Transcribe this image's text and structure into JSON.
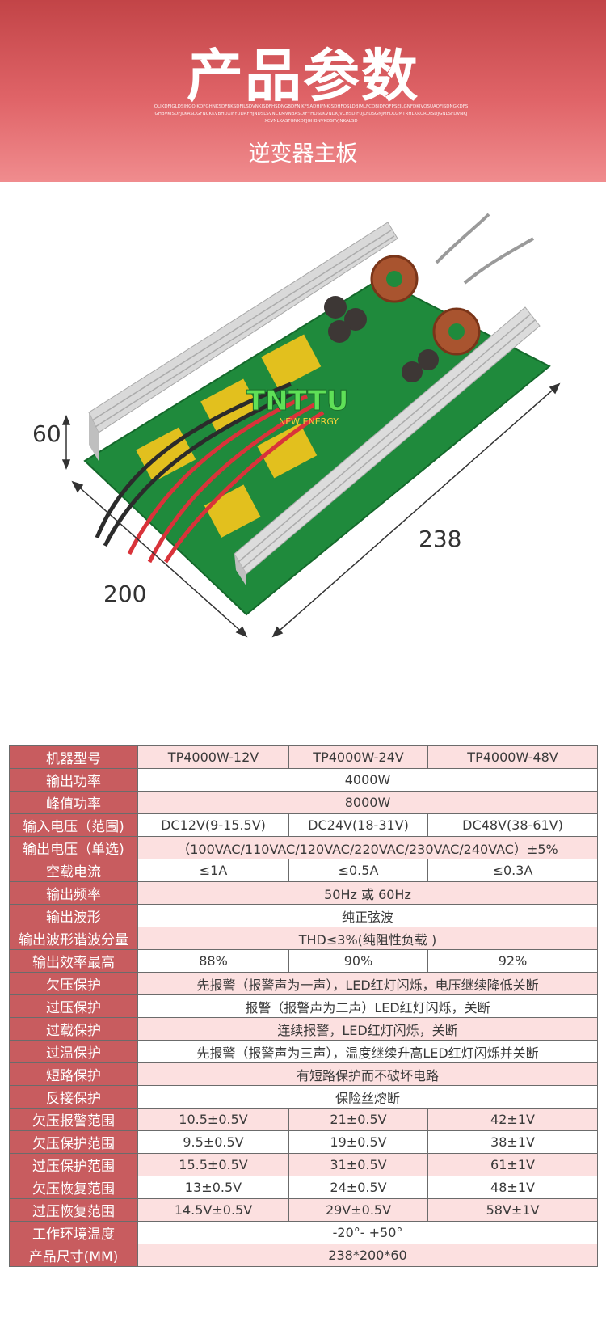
{
  "header": {
    "title": "产品参数",
    "noise_text": "OLJKDFJGLDSJHGOIKDFGHNKSDFBKSDFJLSDVNKISDFHSDNGBDFNIKFSADHJFNKJSDHFOSLDBJMLFCDBJDFOFPSEJLGNFDKIVOSUAOFJSDNGKDFSGHBVKISDFJLKASDGFNCKKVBHDXIFYUDAFHJNDSLSVNCKMVNBASDIFYHOSLKVNDKJVCHSDIFUJLFDSGNJMFDLGMTRHLKRUROISDJGNLSFDVNKJXCVNLKASFGNKDFJGHBNVKDSFVJNKALSD",
    "subtitle": "逆变器主板"
  },
  "product_image": {
    "brand_logo": "TNTTU",
    "brand_tagline": "NEW ENERGY",
    "dimension_height": "60",
    "dimension_depth": "200",
    "dimension_length": "238"
  },
  "colors": {
    "header_top": "#c24447",
    "header_bottom": "#f08c8e",
    "label_cell": "#c85c5f",
    "pink_cell": "#fce0e0",
    "border": "#6b6b6b"
  },
  "table": {
    "rows": [
      {
        "label": "机器型号",
        "values": [
          "TP4000W-12V",
          "TP4000W-24V",
          "TP4000W-48V"
        ],
        "bg": "pink"
      },
      {
        "label": "输出功率",
        "values": [
          "4000W"
        ],
        "bg": "white"
      },
      {
        "label": "峰值功率",
        "values": [
          "8000W"
        ],
        "bg": "pink"
      },
      {
        "label": "输入电压（范围)",
        "values": [
          "DC12V(9-15.5V)",
          "DC24V(18-31V)",
          "DC48V(38-61V)"
        ],
        "bg": "white"
      },
      {
        "label": "输出电压（单选)",
        "values": [
          "（100VAC/110VAC/120VAC/220VAC/230VAC/240VAC）±5%"
        ],
        "bg": "pink"
      },
      {
        "label": "空载电流",
        "values": [
          "≤1A",
          "≤0.5A",
          "≤0.3A"
        ],
        "bg": "white"
      },
      {
        "label": "输出频率",
        "values": [
          "50Hz 或 60Hz"
        ],
        "bg": "pink"
      },
      {
        "label": "输出波形",
        "values": [
          "纯正弦波"
        ],
        "bg": "white"
      },
      {
        "label": "输出波形谐波分量",
        "values": [
          "THD≤3%(纯阻性负载 )"
        ],
        "bg": "pink"
      },
      {
        "label": "输出效率最高",
        "values": [
          "88%",
          "90%",
          "92%"
        ],
        "bg": "white"
      },
      {
        "label": "欠压保护",
        "values": [
          "先报警（报警声为一声），LED红灯闪烁，电压继续降低关断"
        ],
        "bg": "pink"
      },
      {
        "label": "过压保护",
        "values": [
          "报警（报警声为二声）LED红灯闪烁，关断"
        ],
        "bg": "white"
      },
      {
        "label": "过载保护",
        "values": [
          "连续报警，LED红灯闪烁，关断"
        ],
        "bg": "pink"
      },
      {
        "label": "过温保护",
        "values": [
          "先报警（报警声为三声），温度继续升高LED红灯闪烁并关断"
        ],
        "bg": "white"
      },
      {
        "label": "短路保护",
        "values": [
          "有短路保护而不破坏电路"
        ],
        "bg": "pink"
      },
      {
        "label": "反接保护",
        "values": [
          "保险丝熔断"
        ],
        "bg": "white"
      },
      {
        "label": "欠压报警范围",
        "values": [
          "10.5±0.5V",
          "21±0.5V",
          "42±1V"
        ],
        "bg": "pink"
      },
      {
        "label": "欠压保护范围",
        "values": [
          "9.5±0.5V",
          "19±0.5V",
          "38±1V"
        ],
        "bg": "white"
      },
      {
        "label": "过压保护范围",
        "values": [
          "15.5±0.5V",
          "31±0.5V",
          "61±1V"
        ],
        "bg": "pink"
      },
      {
        "label": "欠压恢复范围",
        "values": [
          "13±0.5V",
          "24±0.5V",
          "48±1V"
        ],
        "bg": "white"
      },
      {
        "label": "过压恢复范围",
        "values": [
          "14.5V±0.5V",
          "29V±0.5V",
          "58V±1V"
        ],
        "bg": "pink"
      },
      {
        "label": "工作环境温度",
        "values": [
          "-20°- +50°"
        ],
        "bg": "white"
      },
      {
        "label": "产品尺寸(MM)",
        "values": [
          "238*200*60"
        ],
        "bg": "pink"
      }
    ]
  }
}
